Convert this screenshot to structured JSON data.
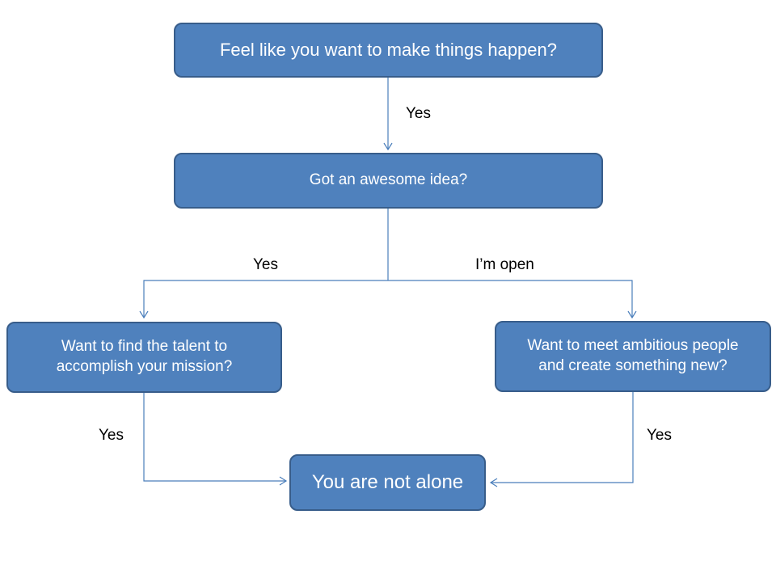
{
  "nodes": {
    "start": "Feel like you want to make things happen?",
    "idea": "Got an awesome idea?",
    "talent_line1": "Want to find the talent to",
    "talent_line2": "accomplish your mission?",
    "meet_line1": "Want to meet ambitious people",
    "meet_line2": "and create something new?",
    "end": "You are not alone"
  },
  "edges": {
    "start_to_idea": "Yes",
    "idea_to_talent": "Yes",
    "idea_to_meet": "I’m open",
    "talent_to_end": "Yes",
    "meet_to_end": "Yes"
  },
  "colors": {
    "node_fill": "#4f81bd",
    "node_border": "#385d8a",
    "connector": "#4a7ebb"
  }
}
